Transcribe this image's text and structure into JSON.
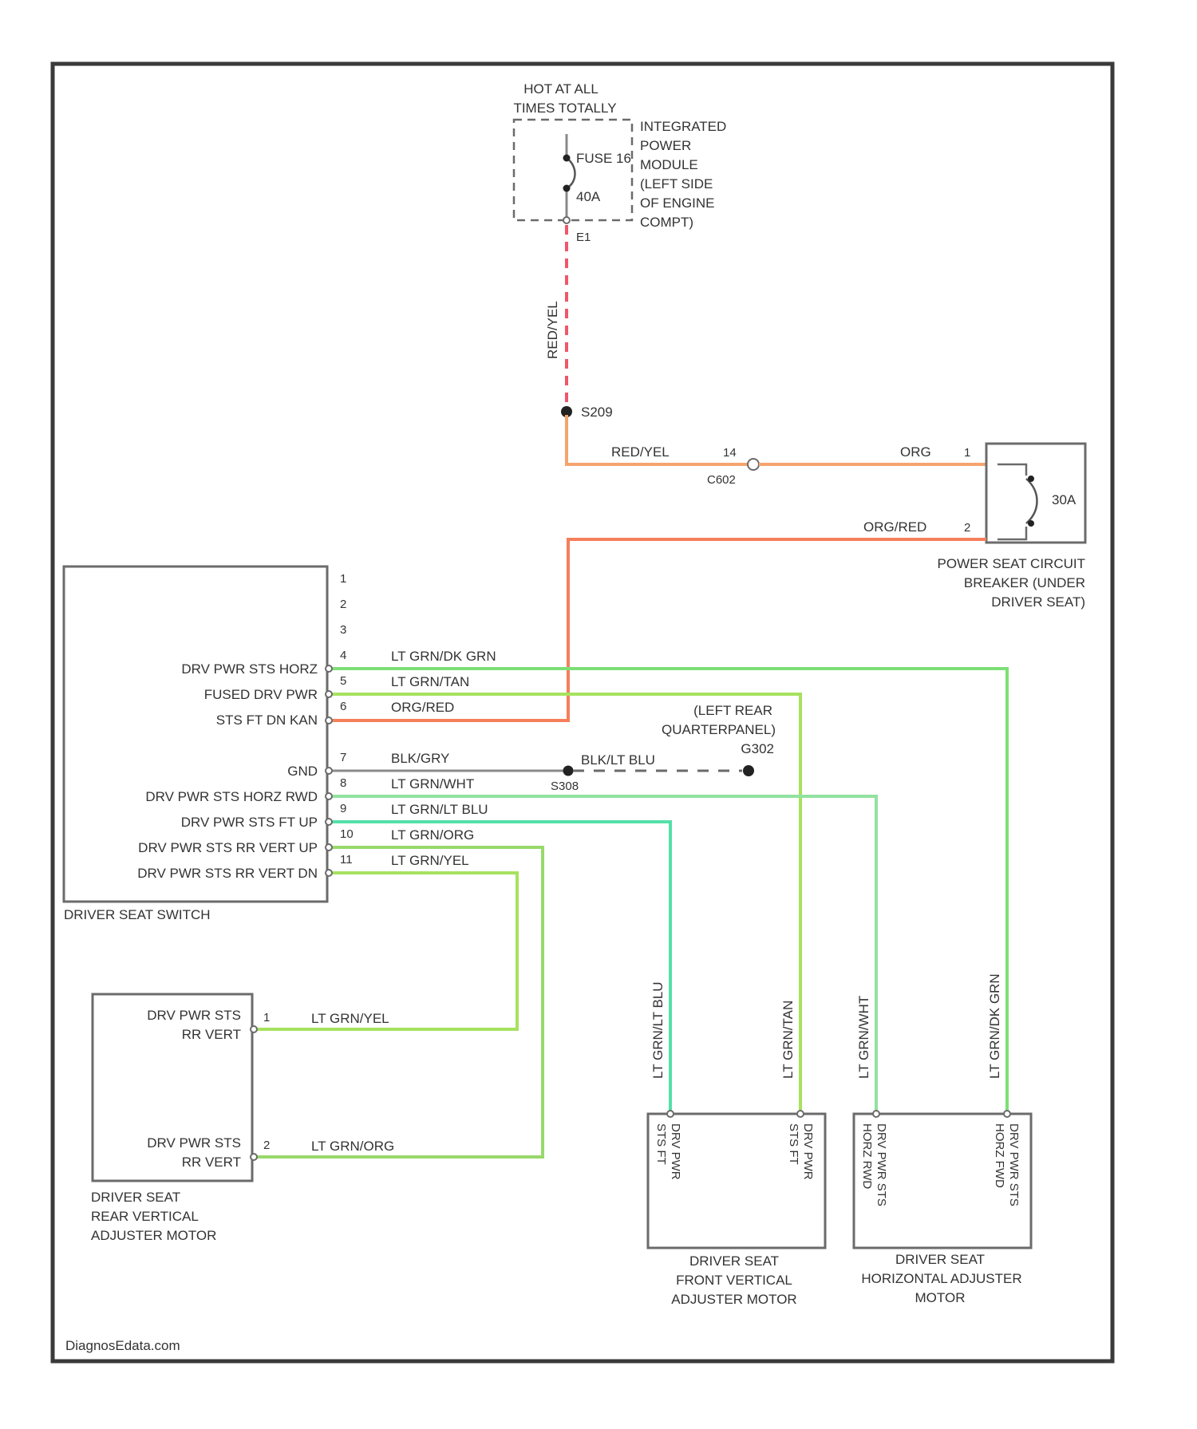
{
  "hot_at_all_times": [
    "HOT AT ALL",
    "TIMES TOTALLY"
  ],
  "ipm": {
    "label": [
      "INTEGRATED",
      "POWER",
      "MODULE",
      "(LEFT SIDE",
      "OF ENGINE",
      "COMPT)"
    ],
    "fuse_label": "FUSE 16",
    "fuse_rating": "40A",
    "pin": "E1"
  },
  "splice_top": {
    "id": "S209"
  },
  "connector_mid": {
    "id": "C602",
    "pin": "14"
  },
  "circuit_breaker": {
    "label": [
      "POWER SEAT CIRCUIT",
      "BREAKER (UNDER",
      "DRIVER SEAT)"
    ],
    "rating": "30A",
    "pins": [
      "1",
      "2"
    ]
  },
  "driver_seat_switch": {
    "label": "DRIVER SEAT SWITCH",
    "pins": [
      {
        "pin": "1",
        "func": "",
        "wire": ""
      },
      {
        "pin": "2",
        "func": "",
        "wire": ""
      },
      {
        "pin": "3",
        "func": "",
        "wire": ""
      },
      {
        "pin": "4",
        "func": "DRV PWR STS HORZ",
        "wire": "LT GRN/DK GRN"
      },
      {
        "pin": "5",
        "func": "FUSED DRV PWR",
        "wire": "LT GRN/TAN"
      },
      {
        "pin": "6",
        "func": "STS FT DN KAN",
        "wire": "ORG/RED"
      },
      {
        "pin": "7",
        "func": "GND",
        "wire": "BLK/GRY"
      },
      {
        "pin": "8",
        "func": "DRV PWR STS HORZ RWD",
        "wire": "LT GRN/WHT"
      },
      {
        "pin": "9",
        "func": "DRV PWR STS FT UP",
        "wire": "LT GRN/LT BLU"
      },
      {
        "pin": "10",
        "func": "DRV PWR STS RR VERT UP",
        "wire": "LT GRN/ORG"
      },
      {
        "pin": "11",
        "func": "DRV PWR STS RR VERT DN",
        "wire": "LT GRN/YEL"
      }
    ]
  },
  "ground": {
    "splice": "S308",
    "location": [
      "(LEFT REAR",
      "QUARTERPANEL)"
    ],
    "id": "G302",
    "wire_after_splice": "BLK/LT BLU"
  },
  "wires": {
    "hot_feed": "RED/YEL",
    "after_splice": "RED/YEL",
    "to_breaker": "ORG",
    "breaker_out": "ORG/RED"
  },
  "rear_vertical_motor": {
    "label": [
      "DRIVER SEAT",
      "REAR VERTICAL",
      "ADJUSTER MOTOR"
    ],
    "pins": [
      {
        "pin": "1",
        "func": [
          "DRV PWR STS",
          "RR VERT"
        ],
        "wire": "LT GRN/YEL"
      },
      {
        "pin": "2",
        "func": [
          "DRV PWR STS",
          "RR VERT"
        ],
        "wire": "LT GRN/ORG"
      }
    ]
  },
  "front_vertical_motor": {
    "label": [
      "DRIVER SEAT",
      "FRONT VERTICAL",
      "ADJUSTER MOTOR"
    ],
    "wires": [
      "LT GRN/LT BLU",
      "LT GRN/TAN"
    ],
    "funcs": [
      [
        "DRV PWR",
        "STS FT"
      ],
      [
        "DRV PWR",
        "STS FT"
      ]
    ]
  },
  "horizontal_motor": {
    "label": [
      "DRIVER SEAT",
      "HORIZONTAL ADJUSTER",
      "MOTOR"
    ],
    "wires": [
      "LT GRN/WHT",
      "LT GRN/DK GRN"
    ],
    "funcs": [
      [
        "DRV PWR STS",
        "HORZ RWD"
      ],
      [
        "DRV PWR STS",
        "HORZ FWD"
      ]
    ]
  },
  "watermark": "DiagnosEdata.com"
}
